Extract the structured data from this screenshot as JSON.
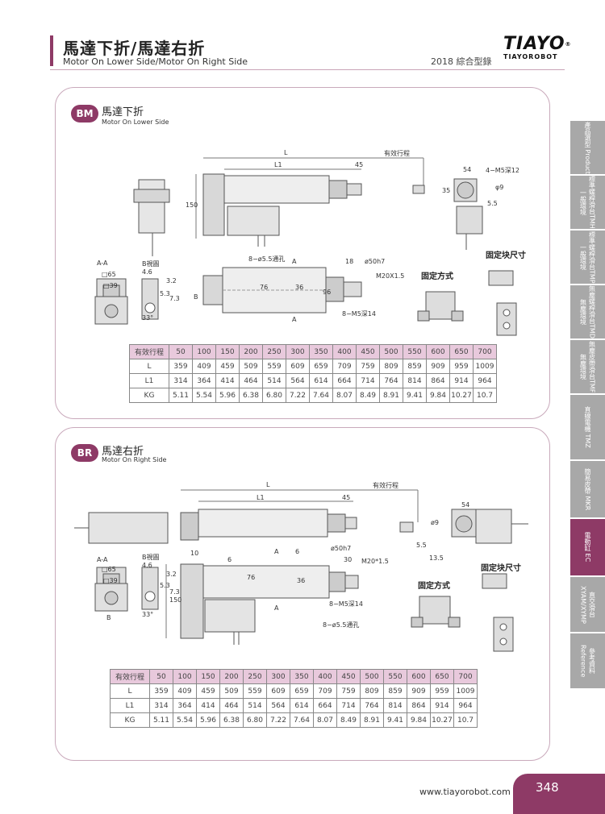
{
  "header": {
    "title": "馬達下折/馬達右折",
    "subtitle": "Motor On Lower Side/Motor On Right Side",
    "catalog": "2018 綜合型錄",
    "logo_main": "TIAYO",
    "logo_reg": "®",
    "logo_sub": "TIAYOROBOT"
  },
  "side_tabs": [
    {
      "label": "產品選型 Product",
      "active": false
    },
    {
      "label": "標準螺桿滑台TMH 一般環境",
      "active": false
    },
    {
      "label": "標準螺桿滑台TMP 一般環境",
      "active": false
    },
    {
      "label": "無塵螺桿滑台TMD 無塵環境",
      "active": false
    },
    {
      "label": "無塵皮帶滑台TMF 無塵環境",
      "active": false
    },
    {
      "label": "直線電機 TMZ",
      "active": false
    },
    {
      "label": "簡易皮帶 MKR",
      "active": false
    },
    {
      "label": "電動缸 EC",
      "active": true
    },
    {
      "label": "直交滑台 XYAM/XYMP",
      "active": false
    },
    {
      "label": "參考資料 Reference",
      "active": false
    }
  ],
  "sections": [
    {
      "badge": "BM",
      "title": "馬達下折",
      "subtitle": "Motor On Lower Side",
      "labels": {
        "L": "L",
        "L1": "L1",
        "d45": "45",
        "stroke": "有效行程",
        "h150": "150",
        "aa": "A-A",
        "bview": "B視圖",
        "sq65": "□65",
        "sq39": "□39",
        "d46": "4.6",
        "d32": "3.2",
        "d53": "5.3",
        "d73": "7.3",
        "a33": "33°",
        "d54": "54",
        "m5": "4−M5深12",
        "phi9": "φ9",
        "d35": "35",
        "d55": "5.5",
        "hole8": "8−ø5.5通孔",
        "d18": "18",
        "phi50": "ø50h7",
        "m20": "M20X1.5",
        "d96": "96",
        "m5b": "8−M5深14",
        "d36": "36",
        "d76": "76",
        "fix_method": "固定方式",
        "fix_block": "固定块尺寸",
        "a_mark": "A",
        "b_mark": "B"
      },
      "table": {
        "header": [
          "有效行程",
          "50",
          "100",
          "150",
          "200",
          "250",
          "300",
          "350",
          "400",
          "450",
          "500",
          "550",
          "600",
          "650",
          "700"
        ],
        "rows": [
          [
            "L",
            "359",
            "409",
            "459",
            "509",
            "559",
            "609",
            "659",
            "709",
            "759",
            "809",
            "859",
            "909",
            "959",
            "1009"
          ],
          [
            "L1",
            "314",
            "364",
            "414",
            "464",
            "514",
            "564",
            "614",
            "664",
            "714",
            "764",
            "814",
            "864",
            "914",
            "964"
          ],
          [
            "KG",
            "5.11",
            "5.54",
            "5.96",
            "6.38",
            "6.80",
            "7.22",
            "7.64",
            "8.07",
            "8.49",
            "8.91",
            "9.41",
            "9.84",
            "10.27",
            "10.7"
          ]
        ]
      }
    },
    {
      "badge": "BR",
      "title": "馬達右折",
      "subtitle": "Motor On Right Side",
      "labels": {
        "L": "L",
        "L1": "L1",
        "d45": "45",
        "stroke": "有效行程",
        "h150": "150",
        "aa": "A-A",
        "bview": "B視圖",
        "sq65": "□65",
        "sq39": "□39",
        "d46": "4.6",
        "d32": "3.2",
        "d53": "5.3",
        "d73": "7.3",
        "a33": "33°",
        "d54": "54",
        "phi9": "ø9",
        "d55": "5.5",
        "d135": "13.5",
        "d10": "10",
        "d6": "6",
        "phi50": "ø50h7",
        "d30": "30",
        "m20": "M20*1.5",
        "d36": "36",
        "d76": "76",
        "m5b": "8−M5深14",
        "hole8": "8−ø5.5通孔",
        "fix_method": "固定方式",
        "fix_block": "固定块尺寸",
        "a_mark": "A",
        "b_mark": "B"
      },
      "table": {
        "header": [
          "有效行程",
          "50",
          "100",
          "150",
          "200",
          "250",
          "300",
          "350",
          "400",
          "450",
          "500",
          "550",
          "600",
          "650",
          "700"
        ],
        "rows": [
          [
            "L",
            "359",
            "409",
            "459",
            "509",
            "559",
            "609",
            "659",
            "709",
            "759",
            "809",
            "859",
            "909",
            "959",
            "1009"
          ],
          [
            "L1",
            "314",
            "364",
            "414",
            "464",
            "514",
            "564",
            "614",
            "664",
            "714",
            "764",
            "814",
            "864",
            "914",
            "964"
          ],
          [
            "KG",
            "5.11",
            "5.54",
            "5.96",
            "6.38",
            "6.80",
            "7.22",
            "7.64",
            "8.07",
            "8.49",
            "8.91",
            "9.41",
            "9.84",
            "10.27",
            "10.7"
          ]
        ]
      }
    }
  ],
  "footer": {
    "url": "www.tiayorobot.com",
    "page": "348"
  }
}
